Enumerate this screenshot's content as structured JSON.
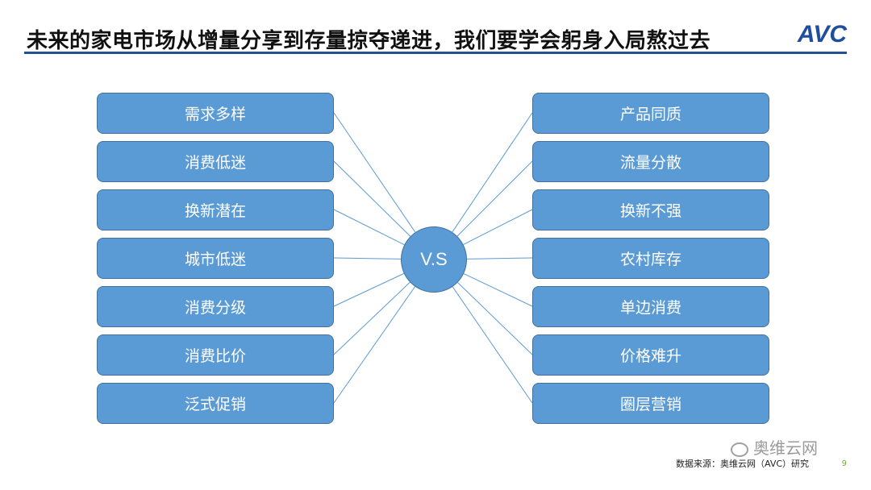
{
  "slide": {
    "title": "未来的家电市场从增量分享到存量掠夺递进，我们要学会躬身入局熬过去",
    "logo_text": "AVC",
    "logo_dot": "•",
    "center_label": "V.S",
    "source": "数据来源：奥维云网（AVC）研究",
    "watermark": "奥维云网",
    "page_number": "9"
  },
  "left_items": [
    "需求多样",
    "消费低迷",
    "换新潜在",
    "城市低迷",
    "消费分级",
    "消费比价",
    "泛式促销"
  ],
  "right_items": [
    "产品同质",
    "流量分散",
    "换新不强",
    "农村库存",
    "单边消费",
    "价格难升",
    "圈层营销"
  ],
  "colors": {
    "box_fill": "#5b9bd5",
    "box_border": "#41719c",
    "rule": "#24508f",
    "connector": "#5b9bd5"
  }
}
